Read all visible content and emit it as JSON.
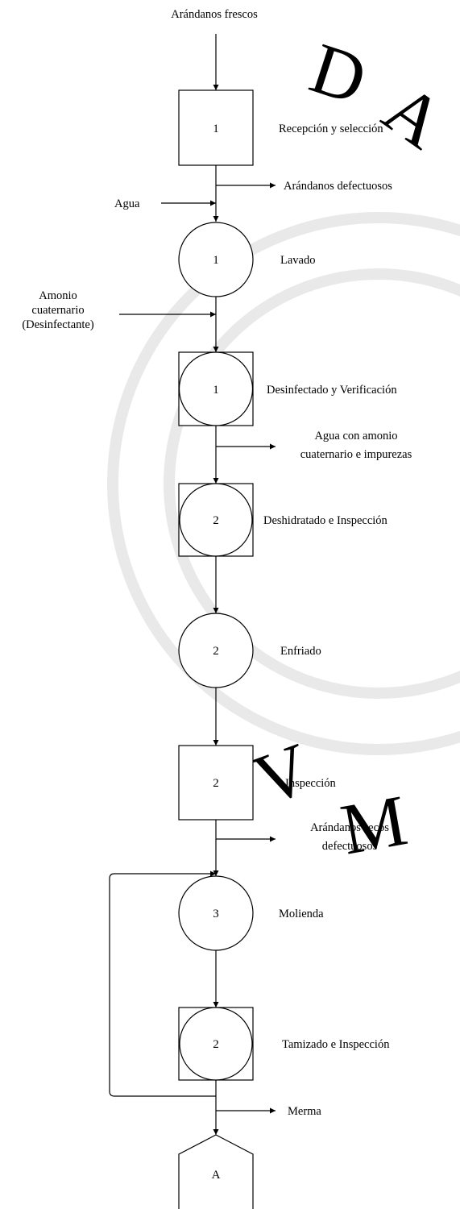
{
  "diagram": {
    "input_top": "Arándanos frescos",
    "input_agua": "Agua",
    "input_amonio": [
      "Amonio",
      "cuaternario",
      "(Desinfectante)"
    ],
    "steps": [
      {
        "number": "1",
        "label": "Recepción y selección",
        "shape": "square"
      },
      {
        "number": "1",
        "label": "Lavado",
        "shape": "circle"
      },
      {
        "number": "1",
        "label": "Desinfectado y Verificación",
        "shape": "combined"
      },
      {
        "number": "2",
        "label": "Deshidratado e Inspección",
        "shape": "combined"
      },
      {
        "number": "2",
        "label": "Enfriado",
        "shape": "circle"
      },
      {
        "number": "2",
        "label": "Inspección",
        "shape": "square"
      },
      {
        "number": "3",
        "label": "Molienda",
        "shape": "circle"
      },
      {
        "number": "2",
        "label": "Tamizado e Inspección",
        "shape": "combined"
      }
    ],
    "outputs": {
      "defectuosos": "Arándanos defectuosos",
      "agua_impurezas": [
        "Agua con amonio",
        "cuaternario e impurezas"
      ],
      "secos_defectuosos": [
        "Arándanos secos",
        "defectuosos"
      ],
      "merma": "Merma"
    },
    "terminal": "A"
  }
}
